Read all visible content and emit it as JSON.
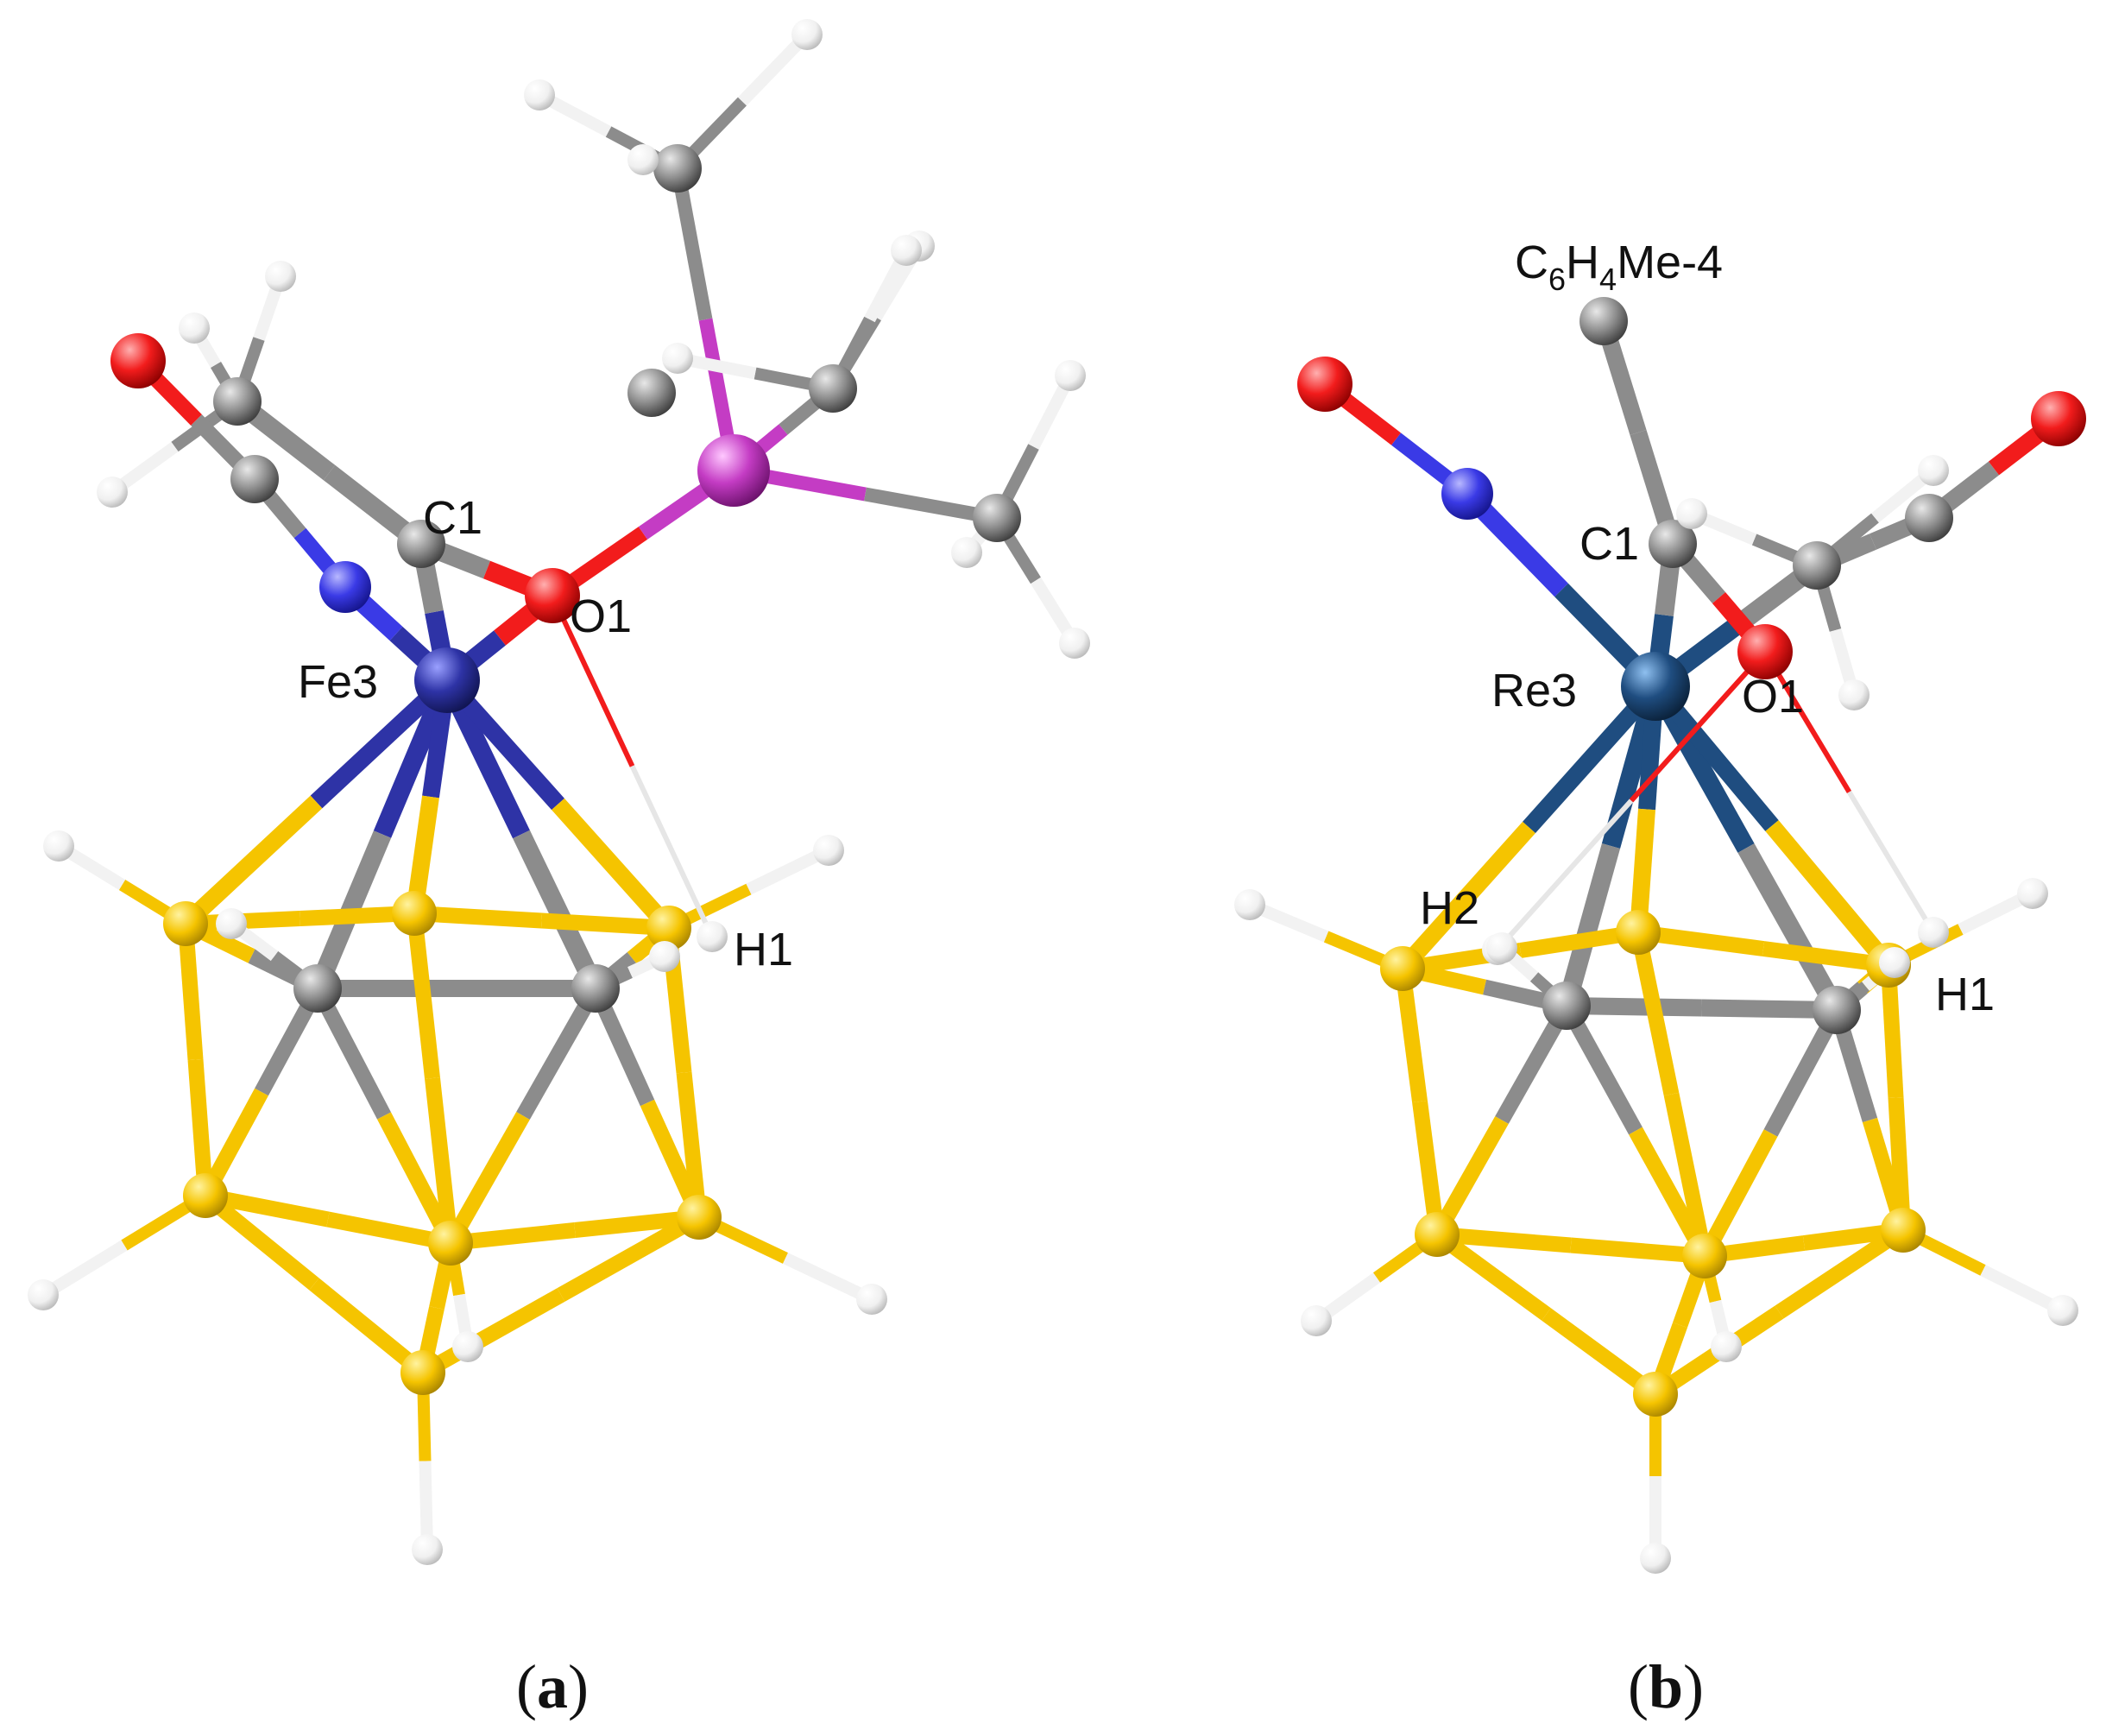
{
  "panels": {
    "a": {
      "caption": {
        "open": "(",
        "letter": "a",
        "close": ")"
      },
      "labels": {
        "c1": "C1",
        "o1": "O1",
        "metal": "Fe3",
        "h1": "H1"
      }
    },
    "b": {
      "caption": {
        "open": "(",
        "letter": "b",
        "close": ")"
      },
      "labels": {
        "subst_c": "C",
        "subst_6": "6",
        "subst_h": "H",
        "subst_4": "4",
        "subst_rest": "Me-4",
        "c1": "C1",
        "o1": "O1",
        "metal": "Re3",
        "h1": "H1",
        "h2": "H2"
      }
    }
  },
  "colors": {
    "boron": "#f5c400",
    "carbon": "#8c8c8c",
    "hydrogen": "#f2f2f2",
    "oxygen": "#f21c1c",
    "nitrogen": "#3a3ae6",
    "phosphorus": "#c43cc4",
    "iron": "#2e33a6",
    "rhenium": "#1f4d80"
  }
}
